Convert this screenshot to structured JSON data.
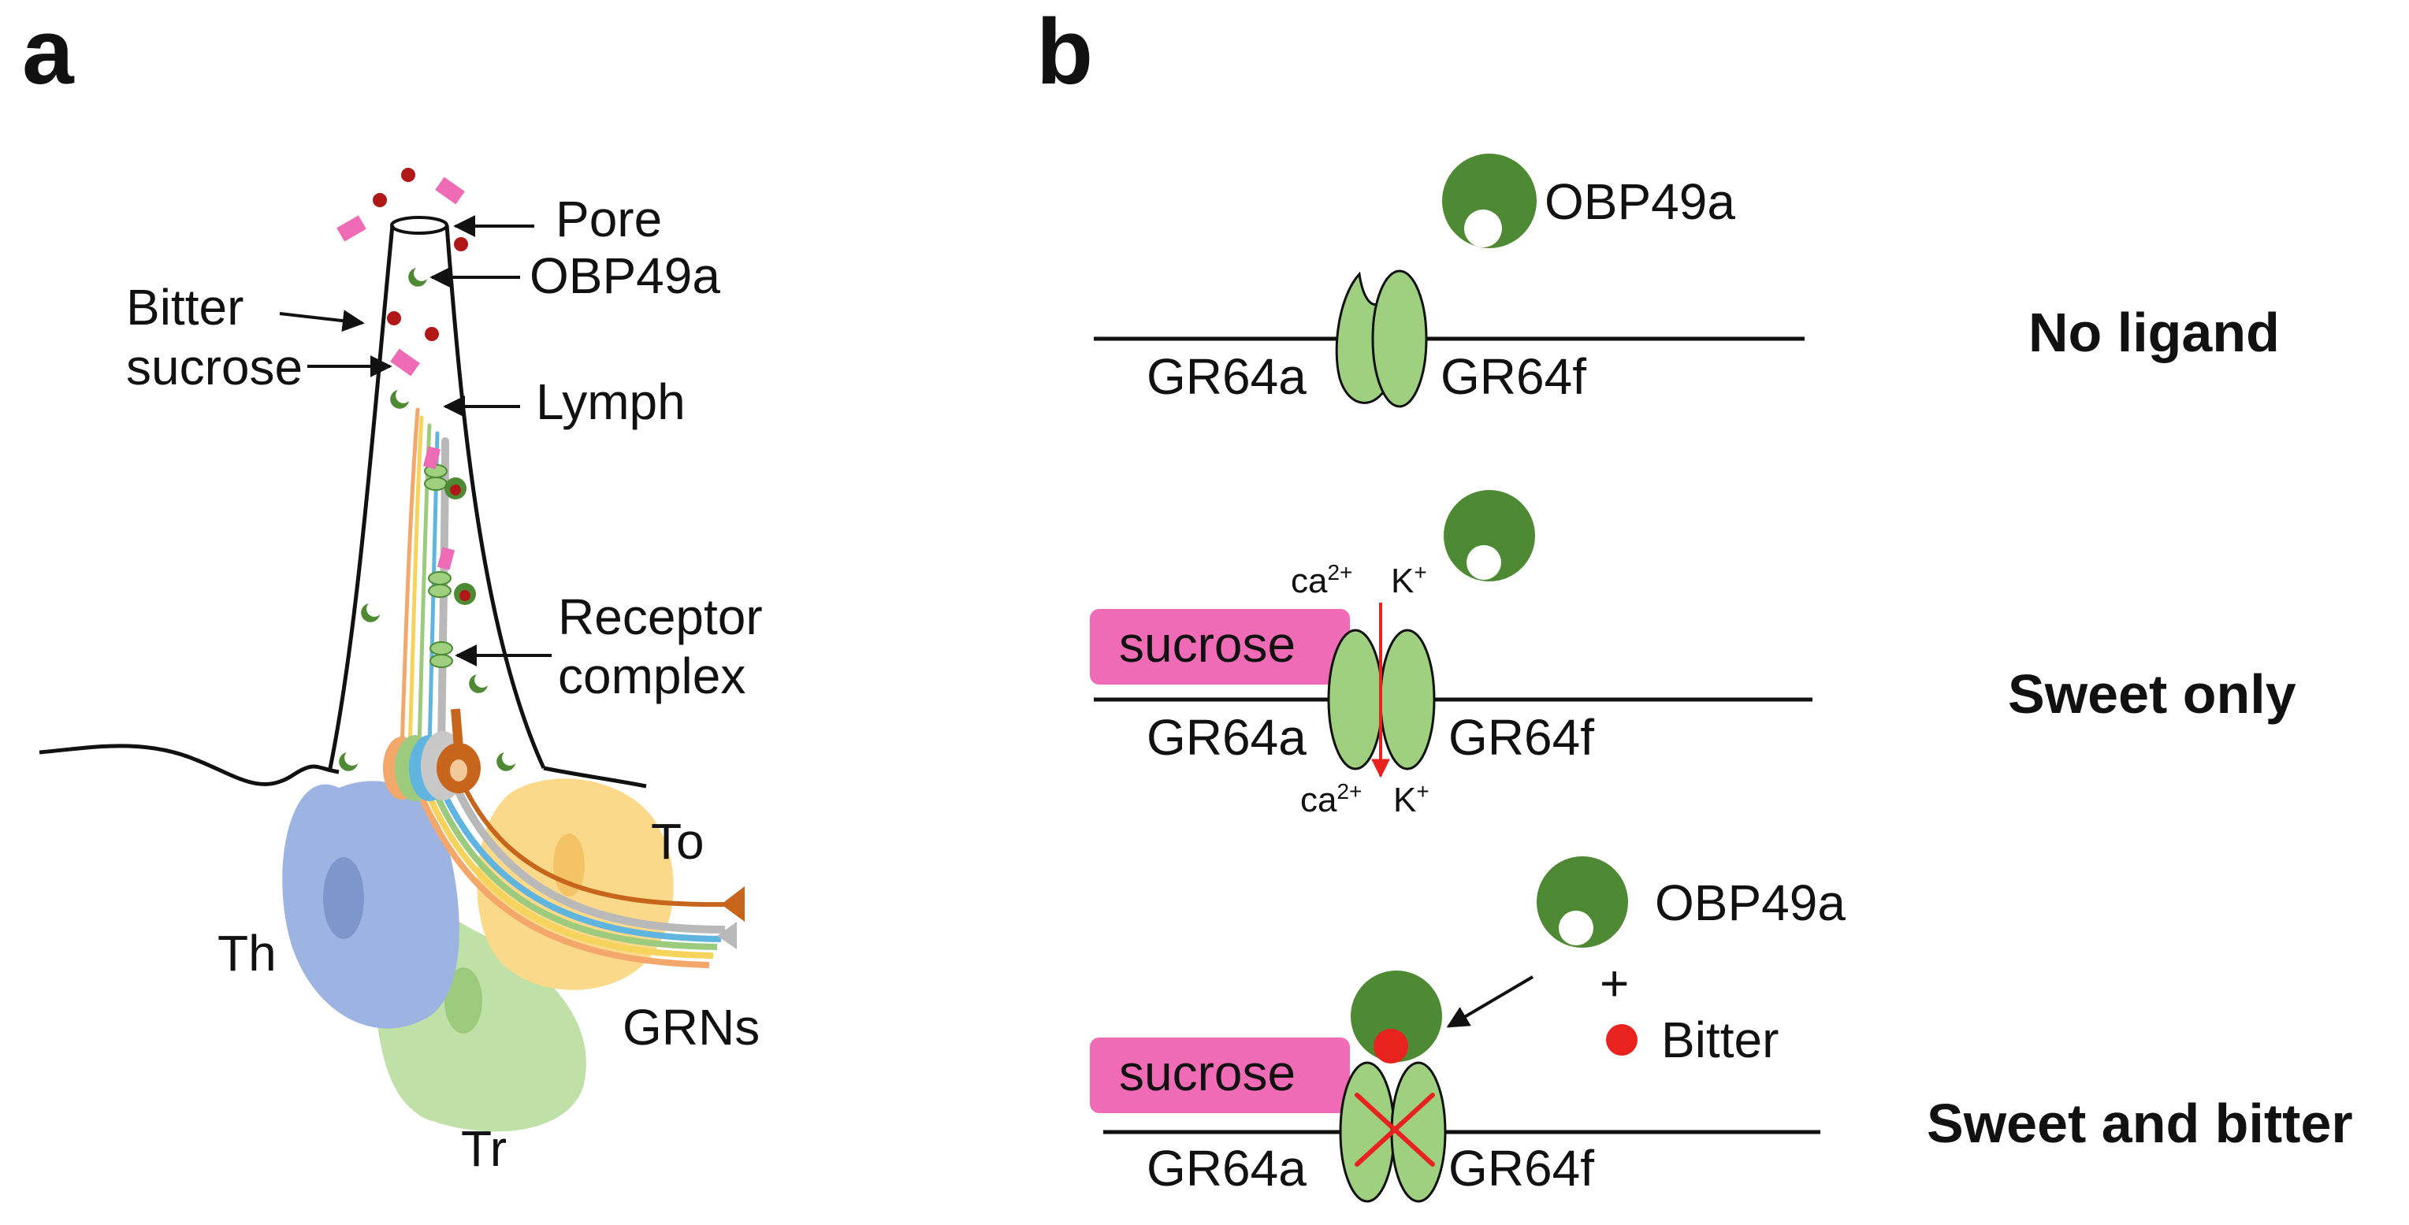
{
  "panel_a": {
    "letter": "a",
    "labels": {
      "pore": "Pore",
      "obp": "OBP49a",
      "bitter": "Bitter",
      "sucrose": "sucrose",
      "lymph": "Lymph",
      "receptor_line1": "Receptor",
      "receptor_line2": "complex",
      "to": "To",
      "th": "Th",
      "grns": "GRNs",
      "tr": "Tr"
    }
  },
  "panel_b": {
    "letter": "b",
    "rows": [
      {
        "state": "No ligand",
        "obp_label": "OBP49a",
        "gr_left": "GR64a",
        "gr_right": "GR64f"
      },
      {
        "state": "Sweet only",
        "sucrose": "sucrose",
        "gr_left": "GR64a",
        "gr_right": "GR64f",
        "ion_top_ca": "ca",
        "ion_top_ca_sup": "2+",
        "ion_top_k": "K",
        "ion_top_k_sup": "+",
        "ion_bottom_ca": "ca",
        "ion_bottom_ca_sup": "2+",
        "ion_bottom_k": "K",
        "ion_bottom_k_sup": "+"
      },
      {
        "state": "Sweet and bitter",
        "obp_label": "OBP49a",
        "plus": "+",
        "bitter_label": "Bitter",
        "sucrose": "sucrose",
        "gr_left": "GR64a",
        "gr_right": "GR64f"
      }
    ]
  },
  "colors": {
    "obp_green": "#4e8a34",
    "receptor_green": "#9ed07f",
    "sucrose_pink": "#f06bb5",
    "bitter_red": "#e8231f",
    "dark_red_dot": "#b01818",
    "ion_arrow_red": "#e8231f",
    "th_blue": "#9db4e2",
    "tr_green": "#bfe0a6",
    "to_yellow": "#fbd98a",
    "neuron_orange": "#c8651c"
  }
}
